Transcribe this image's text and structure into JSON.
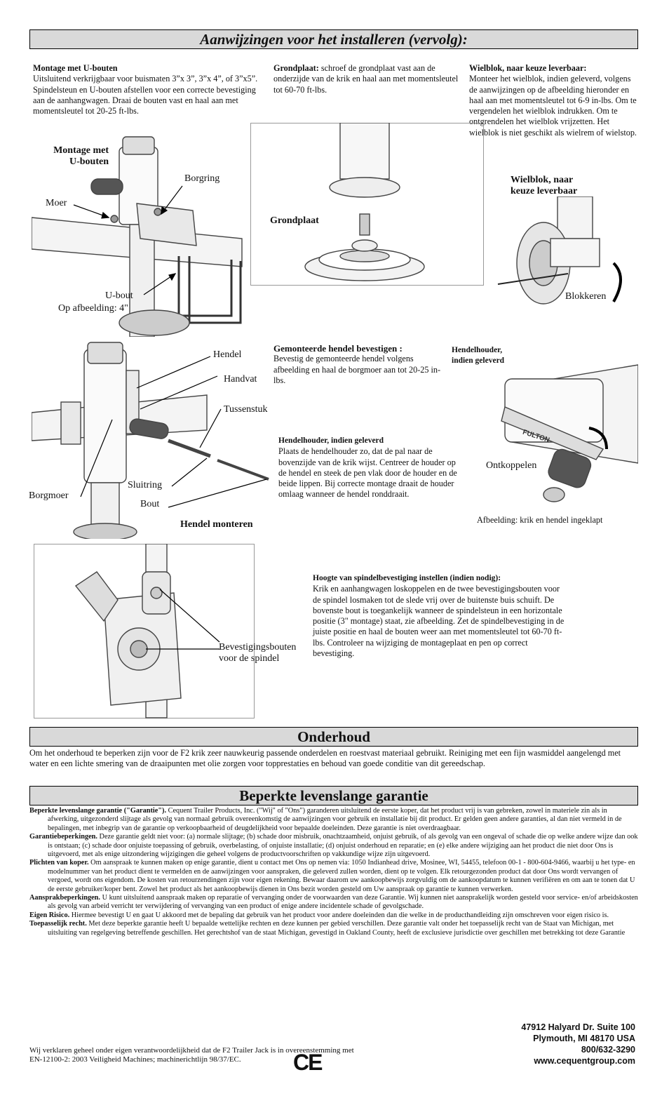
{
  "title": "Aanwijzingen voor het installeren (vervolg):",
  "ubolt": {
    "heading": "Montage met U-bouten",
    "text": "Uitsluitend verkrijgbaar voor buismaten 3”x 3”, 3”x 4”, of 3”x5”. Spindelsteun en U-bouten afstellen voor een correcte bevestiging aan de aanhangwagen. Draai de bouten vast en haal aan met momentsleutel tot 20-25 ft-lbs.",
    "fig_title_1": "Montage met",
    "fig_title_2": "U-bouten",
    "label_borgring": "Borgring",
    "label_moer": "Moer",
    "label_ubout": "U-bout",
    "label_afbeelding": "Op afbeelding: 4\""
  },
  "grondplaat": {
    "heading": "Grondplaat:",
    "text": " schroef de grondplaat vast aan de onderzijde van de krik en haal aan met momentsleutel tot 60-70 ft-lbs.",
    "label": "Grondplaat"
  },
  "wielblok": {
    "heading": "Wielblok, naar keuze leverbaar:",
    "text": "Monteer het wielblok, indien geleverd, volgens de aanwijzingen op de afbeelding hieronder en haal aan met momentsleutel tot 6-9 in-lbs. Om te vergendelen het wielblok indrukken. Om te ontgrendelen het wielblok vrijzetten. Het wielblok is niet geschikt als wielrem of wielstop.",
    "label_1": "Wielblok, naar",
    "label_2": "keuze leverbaar",
    "label_blokkeren": "Blokkeren"
  },
  "hendel": {
    "label_hendel": "Hendel",
    "label_handvat": "Handvat",
    "label_tussenstuk": "Tussenstuk",
    "label_sluitring": "Sluitring",
    "label_bout": "Bout",
    "label_borgmoer": "Borgmoer",
    "caption": "Hendel monteren",
    "heading": "Gemonteerde hendel bevestigen :",
    "text": "Bevestig de gemonteerde hendel volgens afbeelding en haal de borgmoer aan tot 20-25 in-lbs.",
    "holder_heading": "Hendelhouder, indien geleverd",
    "holder_text": "Plaats de hendelhouder zo, dat de pal naar de bovenzijde van de krik wijst. Centreer de houder op de hendel en steek de pen vlak door de houder en de beide lippen. Bij correcte montage draait de houder omlaag wanneer de hendel ronddraait.",
    "holder_label_1": "Hendelhouder,",
    "holder_label_2": "indien geleverd",
    "label_ontkoppelen": "Ontkoppelen",
    "handle_brand": "FULTON",
    "fig_caption": "Afbeelding: krik en hendel ingeklapt"
  },
  "spindel": {
    "heading": "Hoogte van spindelbevestiging instellen (indien nodig):",
    "text": "Krik en aanhangwagen loskoppelen en de twee bevestigingsbouten voor de spindel losmaken tot de slede vrij over de buitenste buis schuift. De bovenste bout is toegankelijk wanneer de spindelsteun in een horizontale positie (3\" montage) staat, zie afbeelding. Zet de spindelbevestiging in de juiste positie en haal de bouten weer aan met momentsleutel tot 60-70 ft-lbs. Controleer na wijziging de montageplaat en pen op correct bevestiging.",
    "label_1": "Bevestigingsbouten",
    "label_2": "voor de spindel"
  },
  "onderhoud": {
    "title": "Onderhoud",
    "text": "Om het onderhoud te beperken zijn voor de F2 krik zeer nauwkeurig passende onderdelen en roestvast materiaal gebruikt. Reiniging met een fijn wasmiddel aangelengd met water en een lichte smering van de draaipunten met olie zorgen voor topprestaties en behoud van goede conditie van dit gereedschap."
  },
  "garantie": {
    "title": "Beperkte levenslange garantie",
    "paragraphs": [
      {
        "head": "Beperkte levenslange garantie (\"Garantie\").",
        "body": " Cequent Trailer Products, Inc. (\"Wij\" of \"Ons\") garanderen uitsluitend de eerste koper, dat het product vrij is van gebreken, zowel in materiele zin als in afwerking, uitgezonderd slijtage als gevolg van normaal gebruik overeenkomstig de aanwijzingen voor gebruik en installatie bij dit product. Er gelden geen andere garanties, al dan niet vermeld in de bepalingen, met inbegrip van de garantie op verkoopbaarheid of deugdelijkheid voor bepaalde doeleinden. Deze garantie is niet overdraagbaar."
      },
      {
        "head": "Garantiebeperkingen.",
        "body": " Deze garantie geldt niet voor: (a) normale slijtage; (b) schade door misbruik, onachtzaamheid, onjuist gebruik,  of als gevolg van een ongeval of schade die op welke andere wijze dan ook is ontstaan; (c) schade door onjuiste toepassing of gebruik, overbelasting, of onjuiste installatie; (d) onjuist onderhoud en reparatie; en (e) elke andere wijziging aan het product die niet door Ons is uitgevoerd, met als enige uitzondering wijzigingen die geheel volgens de productvoorschriften op vakkundige wijze zijn uitgevoerd."
      },
      {
        "head": "Plichten van koper.",
        "body": " Om aanspraak te kunnen maken op enige garantie, dient u contact met Ons op nemen via: 1050 Indianhead drive, Mosinee, WI, 54455, telefoon 00-1 - 800-604-9466, waarbij u het type- en modelnummer van het product dient te vermelden en de aanwijzingen voor aanspraken, die geleverd zullen worden, dient op te volgen. Elk retourgezonden product dat door Ons wordt vervangen of vergoed, wordt ons eigendom. De kosten van retourzendingen zijn voor eigen rekening. Bewaar daarom uw aankoopbewijs zorgvuldig om de aankoopdatum te kunnen verifiëren en om aan te tonen dat U de eerste gebruiker/koper bent. Zowel het product als het aankoopbewijs dienen in Ons bezit worden gesteld om Uw aanspraak op garantie te kunnen verwerken."
      },
      {
        "head": "Aansprakbeperkingen.",
        "body": " U kunt uitsluitend aanspraak maken op reparatie of vervanging onder de voorwaarden van deze Garantie. Wij kunnen niet aansprakelijk worden gesteld voor service- en/of arbeidskosten als gevolg van arbeid verricht ter verwijdering of vervanging van een product of enige andere incidentele schade of gevolgschade."
      },
      {
        "head": "Eigen Risico.",
        "body": " Hiermee bevestigt U en gaat U akkoord met de bepaling dat gebruik van het product voor andere doeleinden dan die welke in de producthandleiding zijn omschreven voor eigen risico is."
      },
      {
        "head": "Toepasselijk recht.",
        "body": " Met deze beperkte garantie heeft U bepaalde wettelijke rechten en deze kunnen per gebied verschillen. Deze garantie valt onder het toepasselijk recht van de Staat van Michigan, met uitsluiting van regelgeving betreffende geschillen. Het gerechtshof van de staat Michigan, gevestigd in Oakland County, heeft de exclusieve jurisdictie over geschillen met betrekking tot deze Garantie"
      }
    ]
  },
  "footer": {
    "declaration_1": "Wij verklaren geheel onder eigen verantwoordelijkheid dat de F2 Trailer Jack is in overeenstemming met",
    "declaration_2": "EN-12100-2: 2003 Veiligheid Machines; machinerichtlijn 98/37/EC.",
    "ce_mark": "CE",
    "address_1": "47912 Halyard Dr. Suite 100",
    "address_2": "Plymouth, MI 48170  USA",
    "phone": "800/632-3290",
    "website": "www.cequentgroup.com"
  }
}
